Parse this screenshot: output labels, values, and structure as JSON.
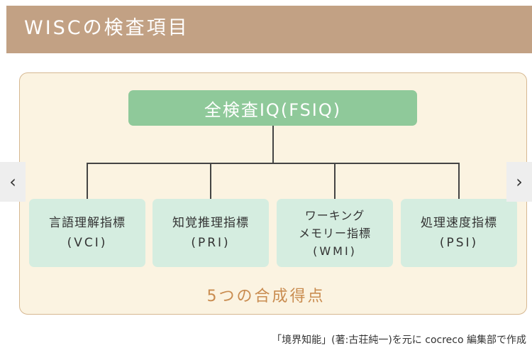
{
  "header": {
    "title": "WISCの検査項目"
  },
  "diagram": {
    "root": "全検査IQ(FSIQ)",
    "children": [
      {
        "line1": "言語理解指標",
        "line2": "(VCI)"
      },
      {
        "line1": "知覚推理指標",
        "line2": "(PRI)"
      },
      {
        "line1": "ワーキング",
        "line2": "メモリー指標",
        "line3": "(WMI)"
      },
      {
        "line1": "処理速度指標",
        "line2": "(PSI)"
      }
    ],
    "footer_label": "5つの合成得点"
  },
  "nav": {
    "prev_icon": "chevron-left-icon",
    "next_icon": "chevron-right-icon",
    "prev_glyph": "‹",
    "next_glyph": "›"
  },
  "caption": "「境界知能」(著:古荘純一)を元に cocreco 編集部で作成",
  "colors": {
    "header_bg": "#c2a184",
    "panel_bg": "#fbf3e1",
    "root_box": "#8fc99a",
    "child_box": "#d5ede0",
    "footer_text": "#c98c50"
  }
}
